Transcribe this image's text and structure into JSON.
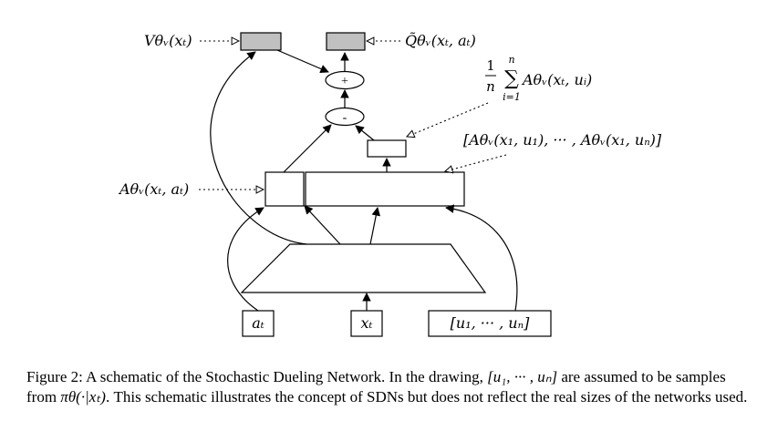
{
  "diagram": {
    "labels": {
      "value": "Vθᵥ(xₜ)",
      "q_tilde": "Q̃θᵥ(xₜ, aₜ)",
      "advantage_input": "Aθᵥ(xₜ, aₜ)",
      "advantage_samples": "[Aθᵥ(x₁, u₁), ··· , Aθᵥ(x₁, uₙ)]",
      "mean_frac_num": "1",
      "mean_frac_den": "n",
      "mean_sum_top": "n",
      "mean_sum_sym": "∑",
      "mean_sum_bottom": "i=1",
      "mean_term": "Aθᵥ(xₜ, uᵢ)",
      "plus": "+",
      "minus": "-"
    },
    "inputs": {
      "action": "aₜ",
      "state": "xₜ",
      "samples": "[u₁, ··· , uₙ]"
    },
    "colors": {
      "output_fill": "#c0c0c0",
      "stroke": "#000000"
    }
  },
  "caption": {
    "p1": "Figure 2: A schematic of the Stochastic Dueling Network. In the drawing, ",
    "m1": "[u₁, ··· , uₙ]",
    "p2": " are assumed to be samples from ",
    "m2": "πθ(·|xₜ)",
    "p3": ". This schematic illustrates the concept of SDNs but does not reflect the real sizes of the networks used."
  }
}
